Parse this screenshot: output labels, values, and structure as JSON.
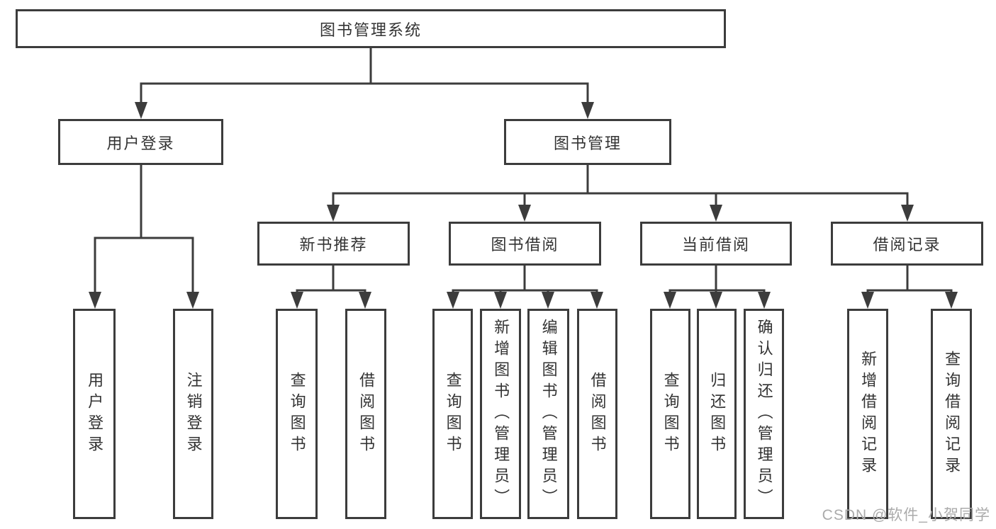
{
  "tree": {
    "label": "图书管理系统",
    "children": [
      {
        "label": "用户登录",
        "children": [
          {
            "label": "用户登录"
          },
          {
            "label": "注销登录"
          }
        ]
      },
      {
        "label": "图书管理",
        "children": [
          {
            "label": "新书推荐",
            "children": [
              {
                "label": "查询图书"
              },
              {
                "label": "借阅图书"
              }
            ]
          },
          {
            "label": "图书借阅",
            "children": [
              {
                "label": "查询图书"
              },
              {
                "label": "新增图书（管理员）"
              },
              {
                "label": "编辑图书（管理员）"
              },
              {
                "label": "借阅图书"
              }
            ]
          },
          {
            "label": "当前借阅",
            "children": [
              {
                "label": "查询图书"
              },
              {
                "label": "归还图书"
              },
              {
                "label": "确认归还（管理员）"
              }
            ]
          },
          {
            "label": "借阅记录",
            "children": [
              {
                "label": "新增借阅记录"
              },
              {
                "label": "查询借阅记录"
              }
            ]
          }
        ]
      }
    ]
  },
  "watermark": "CSDN @软件_小贺同学",
  "colors": {
    "line": "#3c3c3c",
    "text": "#333333",
    "watermark": "#ababab",
    "background": "#ffffff"
  }
}
